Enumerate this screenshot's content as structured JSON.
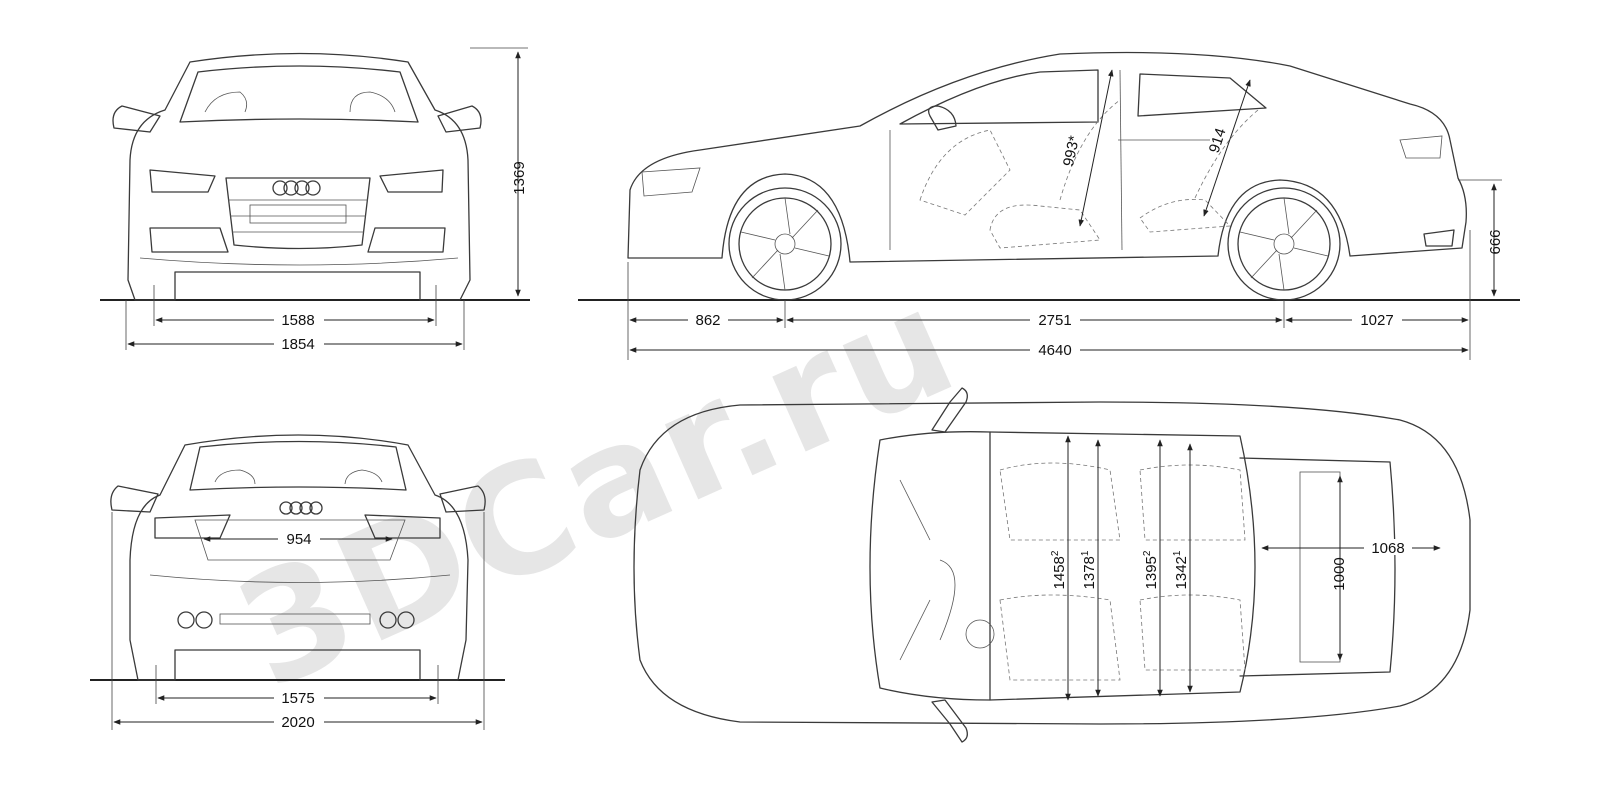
{
  "watermark": {
    "text": "3DCar.ru"
  },
  "views": {
    "front": {
      "height": "1369",
      "track": "1588",
      "width": "1854"
    },
    "side": {
      "overhang_front": "862",
      "wheelbase": "2751",
      "overhang_rear": "1027",
      "length": "4640",
      "rear_height": "666",
      "door_front": "993*",
      "door_rear": "914"
    },
    "rear": {
      "trunk_opening": "954",
      "track": "1575",
      "width_mirrors": "2020"
    },
    "top": {
      "front_elbow_main": "1458",
      "front_elbow_sup": "2",
      "front_shoulder_main": "1378",
      "front_shoulder_sup": "1",
      "rear_elbow_main": "1395",
      "rear_elbow_sup": "2",
      "rear_shoulder_main": "1342",
      "rear_shoulder_sup": "1",
      "trunk_width": "1000",
      "trunk_length": "1068"
    }
  }
}
